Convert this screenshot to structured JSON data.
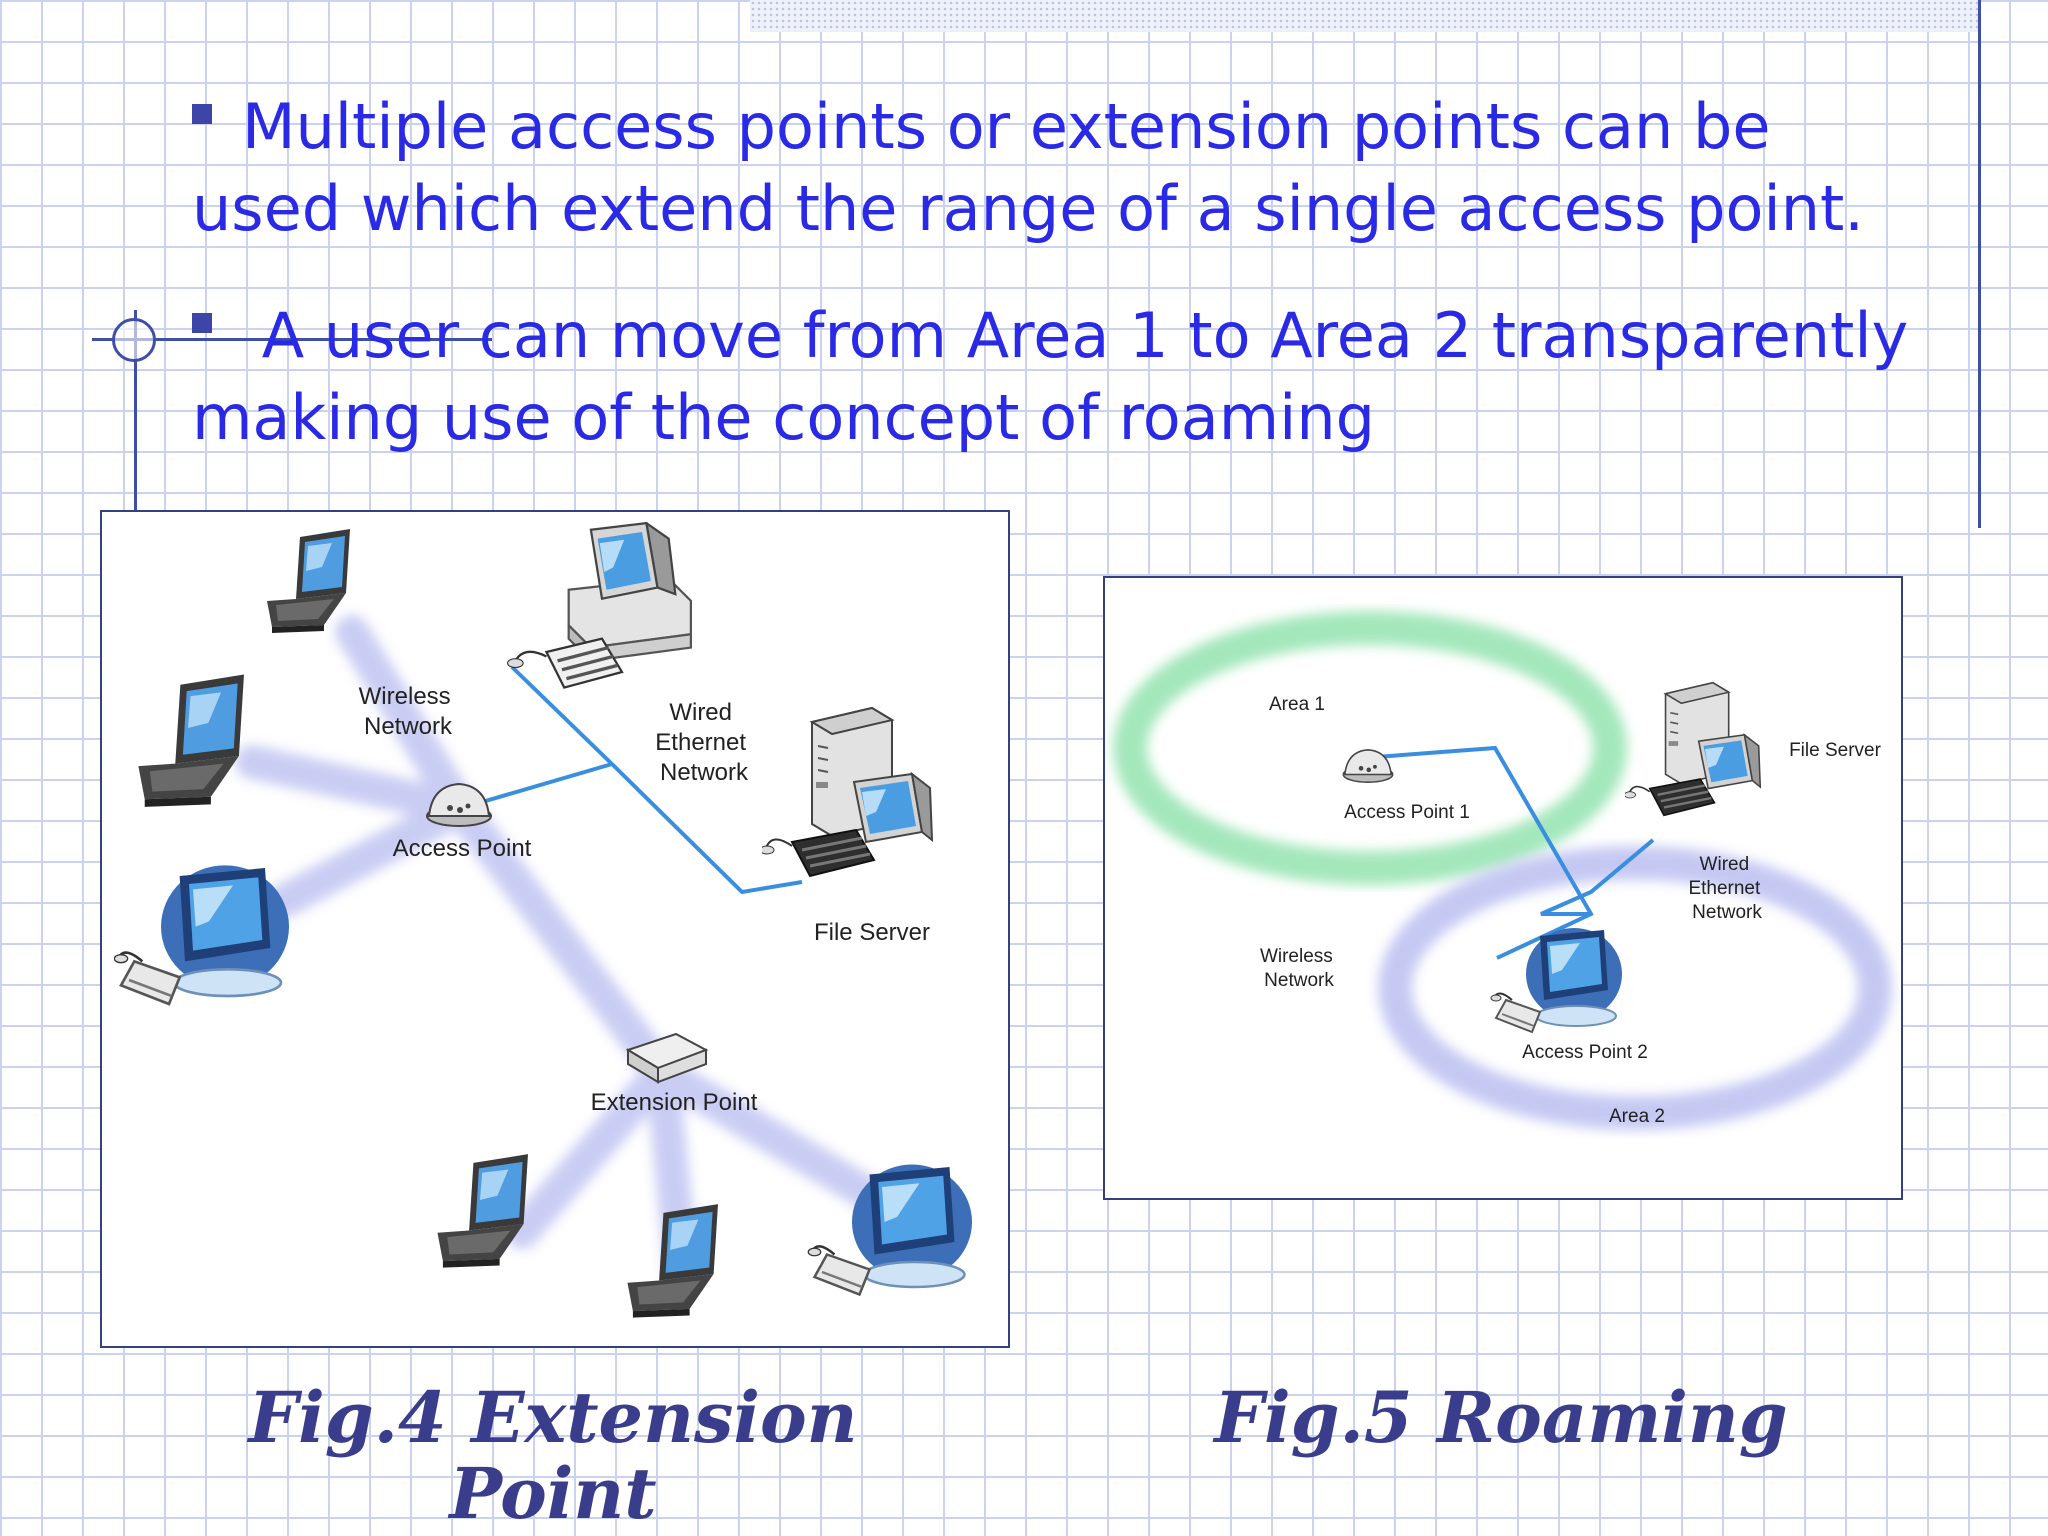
{
  "bullets": [
    "Multiple access points or extension points can be used which extend the range of a single access point.",
    " A user can move from Area 1 to Area 2 transparently making use of the concept of  roaming"
  ],
  "figure4": {
    "labels": {
      "wireless_network": [
        "Wireless",
        "Network"
      ],
      "wired_network": [
        "Wired",
        "Ethernet",
        "Network"
      ],
      "access_point": "Access Point",
      "file_server": "File Server",
      "extension_point": "Extension Point"
    },
    "caption": [
      "Fig.4 Extension",
      "Point"
    ]
  },
  "figure5": {
    "labels": {
      "area1": "Area 1",
      "area2": "Area 2",
      "access_point1": "Access Point 1",
      "access_point2": "Access Point 2",
      "file_server": "File Server",
      "wired_network": [
        "Wired",
        "Ethernet",
        "Network"
      ],
      "wireless_network": [
        "Wireless",
        "Network"
      ]
    },
    "caption": "Fig.5 Roaming"
  },
  "colors": {
    "text_blue": "#2a2ae6",
    "caption": "#3a3d8c",
    "wire": "#3a8ee0",
    "wireless_halo": "#c4c8f2",
    "area1_ring": "#9fe6b8",
    "area2_ring": "#c2c6f2"
  }
}
